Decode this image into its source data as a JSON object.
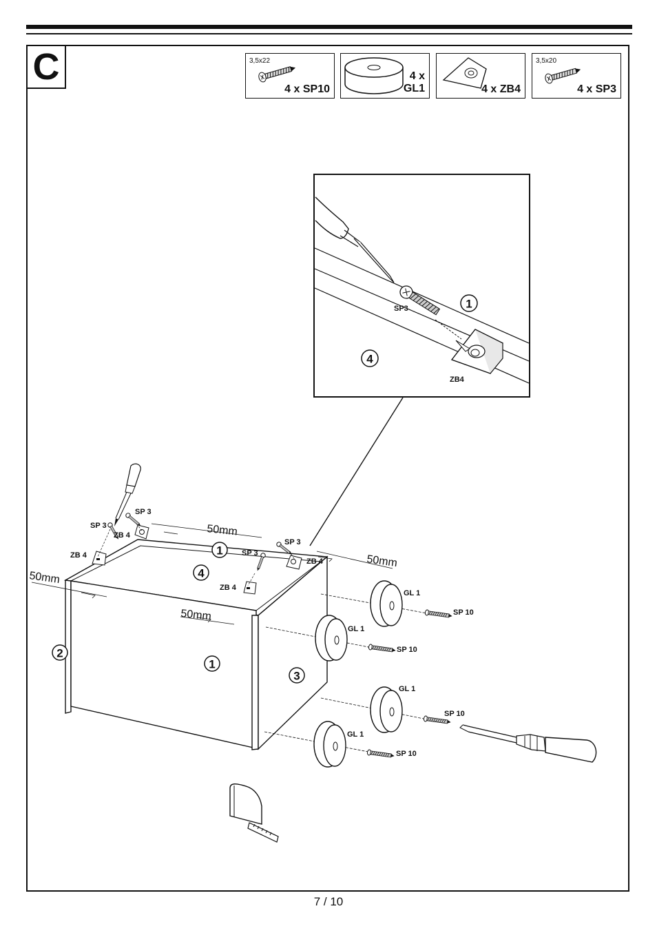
{
  "step": {
    "letter": "C"
  },
  "parts": [
    {
      "size": "3,5x22",
      "qty": "4 x SP10",
      "icon": "screw-icon"
    },
    {
      "qty_line1": "4 x",
      "qty_line2": "GL1",
      "icon": "glide-pad-icon"
    },
    {
      "qty": "4 x ZB4",
      "icon": "corner-bracket-icon"
    },
    {
      "size": "3,5x20",
      "qty": "4 x SP3",
      "icon": "screw-icon"
    }
  ],
  "detail": {
    "labels": {
      "screw": "SP3",
      "bracket": "ZB4"
    },
    "panel_numbers": [
      "1",
      "4"
    ]
  },
  "assembly": {
    "panel_numbers": [
      "1",
      "2",
      "3",
      "4",
      "1"
    ],
    "screw_labels": [
      "SP 3",
      "SP 3",
      "SP 3",
      "SP 3"
    ],
    "bracket_labels": [
      "ZB 4",
      "ZB 4",
      "ZB 4",
      "ZB 4"
    ],
    "distances": [
      "50mm",
      "50mm",
      "50mm",
      "50mm"
    ],
    "glide_labels": [
      "GL 1",
      "GL 1",
      "GL 1",
      "GL 1"
    ],
    "foot_screw_labels": [
      "SP 10",
      "SP 10",
      "SP 10",
      "SP 10"
    ]
  },
  "footer": {
    "page": "7 / 10"
  }
}
